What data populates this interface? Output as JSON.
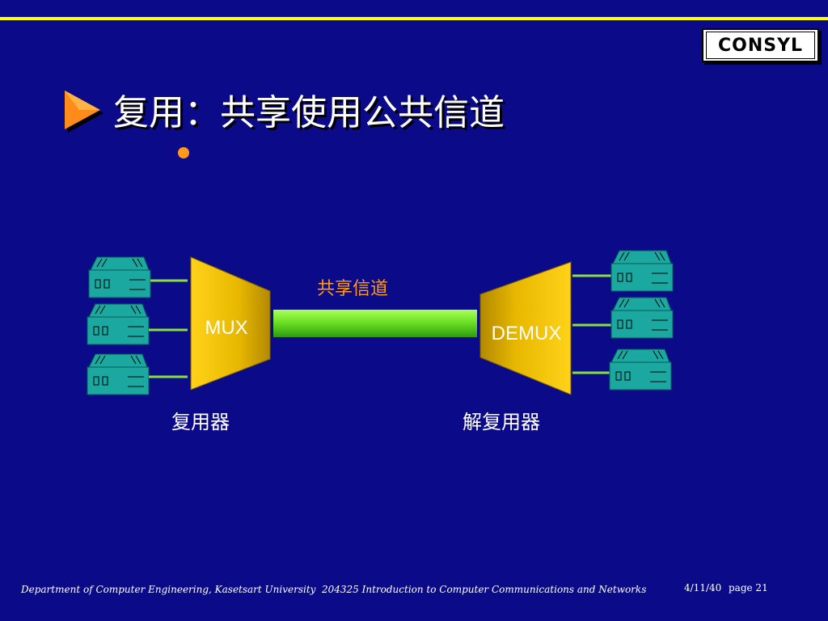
{
  "logo": {
    "text": "CONSYL"
  },
  "title": {
    "text": "复用：共享使用公共信道"
  },
  "diagram": {
    "mux_label": "MUX",
    "demux_label": "DEMUX",
    "channel_label": "共享信道",
    "mux_caption": "复用器",
    "demux_caption": "解复用器"
  },
  "footer": {
    "department": "Department of Computer Engineering, Kasetsart University",
    "course": "204325 Introduction to Computer Communications and Networks",
    "date": "4/11/40",
    "page": "page 21"
  },
  "colors": {
    "background": "#0b0b8a",
    "rule": "#ffff00",
    "mux_fill": "#e8c200",
    "channel": "#66dd22",
    "device": "#1aa8a0",
    "link": "#88e040",
    "accent": "#ff9a1a"
  },
  "icons": {
    "title_marker": "play-triangle-icon",
    "devices": "computer-device-icon"
  }
}
